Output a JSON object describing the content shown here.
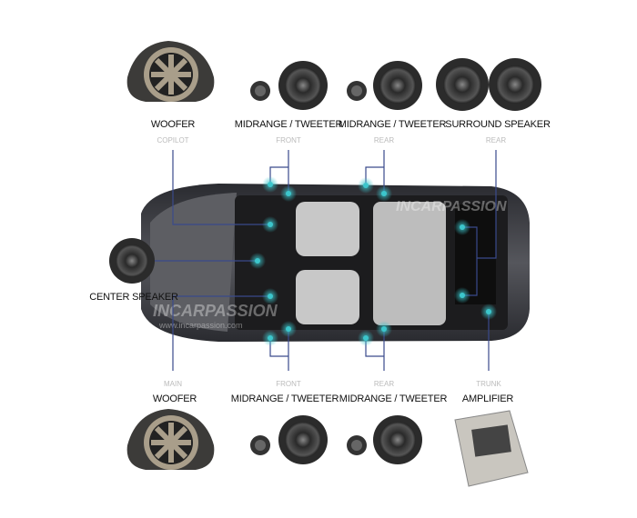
{
  "top_labels": [
    {
      "title": "WOOFER",
      "sub": "COPILOT"
    },
    {
      "title": "MIDRANGE / TWEETER",
      "sub": "FRONT"
    },
    {
      "title": "MIDRANGE / TWEETER",
      "sub": "REAR"
    },
    {
      "title": "SURROUND SPEAKER",
      "sub": "REAR"
    }
  ],
  "bottom_labels": [
    {
      "title": "WOOFER",
      "sub": "MAIN"
    },
    {
      "title": "MIDRANGE / TWEETER",
      "sub": "FRONT"
    },
    {
      "title": "MIDRANGE / TWEETER",
      "sub": "REAR"
    },
    {
      "title": "AMPLIFIER",
      "sub": "TRUNK"
    }
  ],
  "center_label": "CENTER SPEAKER",
  "watermark": {
    "brand": "INCARPASSION",
    "url": "www.incarpassion.com"
  },
  "colors": {
    "line": "#3a4a8c",
    "dot": "#3cc6cc",
    "car": "#3a3b40"
  }
}
